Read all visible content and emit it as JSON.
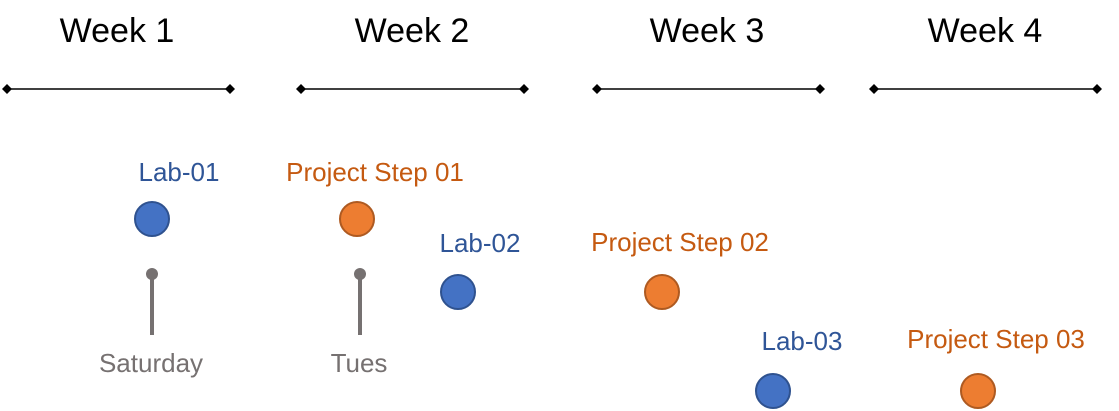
{
  "weeks": [
    {
      "label": "Week 1"
    },
    {
      "label": "Week 2"
    },
    {
      "label": "Week 3"
    },
    {
      "label": "Week 4"
    }
  ],
  "milestones": [
    {
      "label": "Lab-01",
      "kind": "lab"
    },
    {
      "label": "Project Step 01",
      "kind": "project"
    },
    {
      "label": "Lab-02",
      "kind": "lab"
    },
    {
      "label": "Project Step 02",
      "kind": "project"
    },
    {
      "label": "Lab-03",
      "kind": "lab"
    },
    {
      "label": "Project Step 03",
      "kind": "project"
    }
  ],
  "pins": [
    {
      "label": "Saturday"
    },
    {
      "label": "Tues"
    }
  ],
  "colors": {
    "lab_fill": "#4472c4",
    "lab_stroke": "#2f528f",
    "lab_text": "#2f5597",
    "project_fill": "#ed7d31",
    "project_stroke": "#ae5a21",
    "project_text": "#c55a11",
    "pin": "#767171",
    "line": "#000000"
  }
}
